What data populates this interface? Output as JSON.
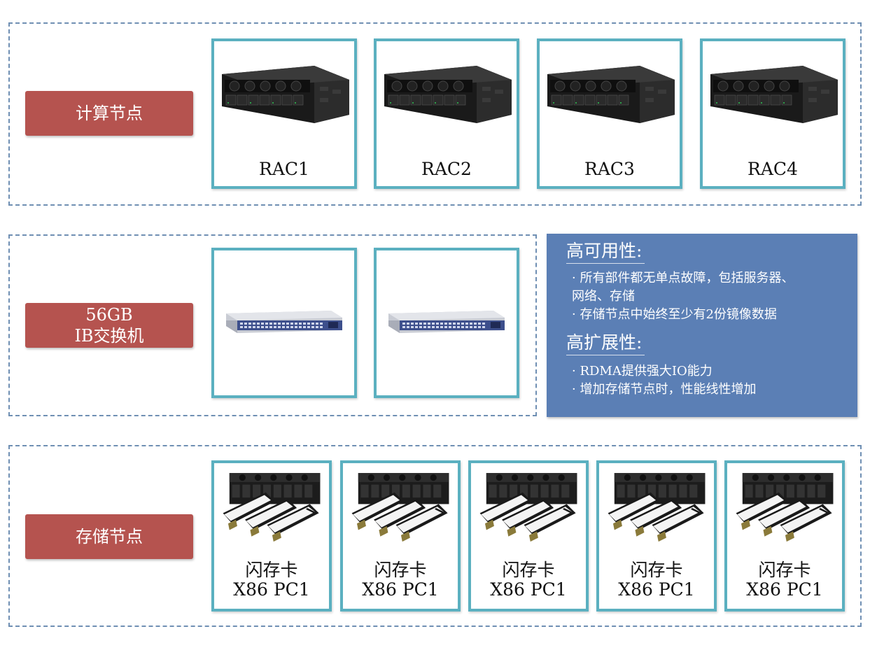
{
  "compute": {
    "label": "计算节点",
    "nodes": [
      {
        "caption": "RAC1"
      },
      {
        "caption": "RAC2"
      },
      {
        "caption": "RAC3"
      },
      {
        "caption": "RAC4"
      }
    ]
  },
  "network": {
    "label_line1": "56GB",
    "label_line2": "IB交换机",
    "switch_count": 2
  },
  "info_panel": {
    "availability_heading": "高可用性:",
    "availability_items": [
      "· 所有部件都无单点故障，包括服务器、",
      "网络、存储",
      "· 存储节点中始终至少有2份镜像数据"
    ],
    "scalability_heading": "高扩展性:",
    "scalability_items": [
      "· RDMA提供强大IO能力",
      "· 增加存储节点时，性能线性增加"
    ]
  },
  "storage": {
    "label": "存储节点",
    "nodes": [
      {
        "line1": "闪存卡",
        "line2": "X86 PC1"
      },
      {
        "line1": "闪存卡",
        "line2": "X86 PC1"
      },
      {
        "line1": "闪存卡",
        "line2": "X86 PC1"
      },
      {
        "line1": "闪存卡",
        "line2": "X86 PC1"
      },
      {
        "line1": "闪存卡",
        "line2": "X86 PC1"
      }
    ]
  },
  "colors": {
    "label_bg": "#b5534f",
    "card_border": "#5bb0c0",
    "group_border": "#6f8fb3",
    "info_bg": "#5b7fb5"
  }
}
